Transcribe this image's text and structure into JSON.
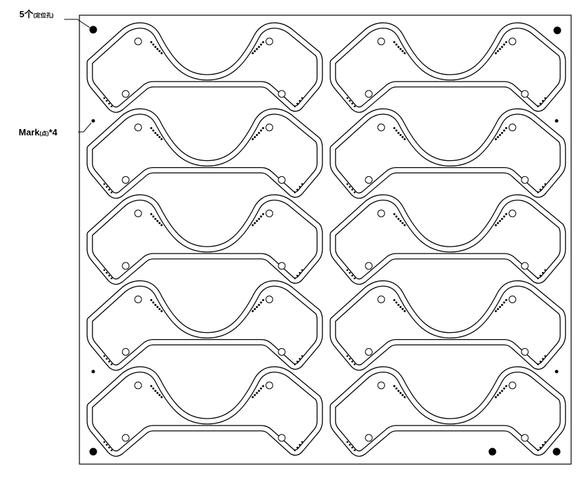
{
  "annotations": {
    "locating_holes": {
      "main": "5个",
      "note": "(定位孔)"
    },
    "mark_points": {
      "main": "Mark",
      "note": "(点)",
      "count": "*4"
    }
  }
}
